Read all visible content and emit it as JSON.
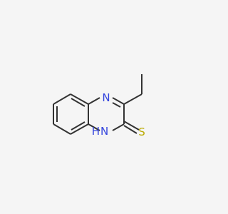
{
  "molecule": {
    "name_hidden": "",
    "atoms": {
      "n4": {
        "symbol": "N",
        "color": "#3344dd"
      },
      "n1": {
        "symbol": "N",
        "color": "#3344dd"
      },
      "n1_h": {
        "symbol": "H",
        "color": "#3344dd"
      },
      "s": {
        "symbol": "S",
        "color": "#bbaa00"
      }
    },
    "bond_color": "#333333",
    "background": "#f5f5f5"
  }
}
